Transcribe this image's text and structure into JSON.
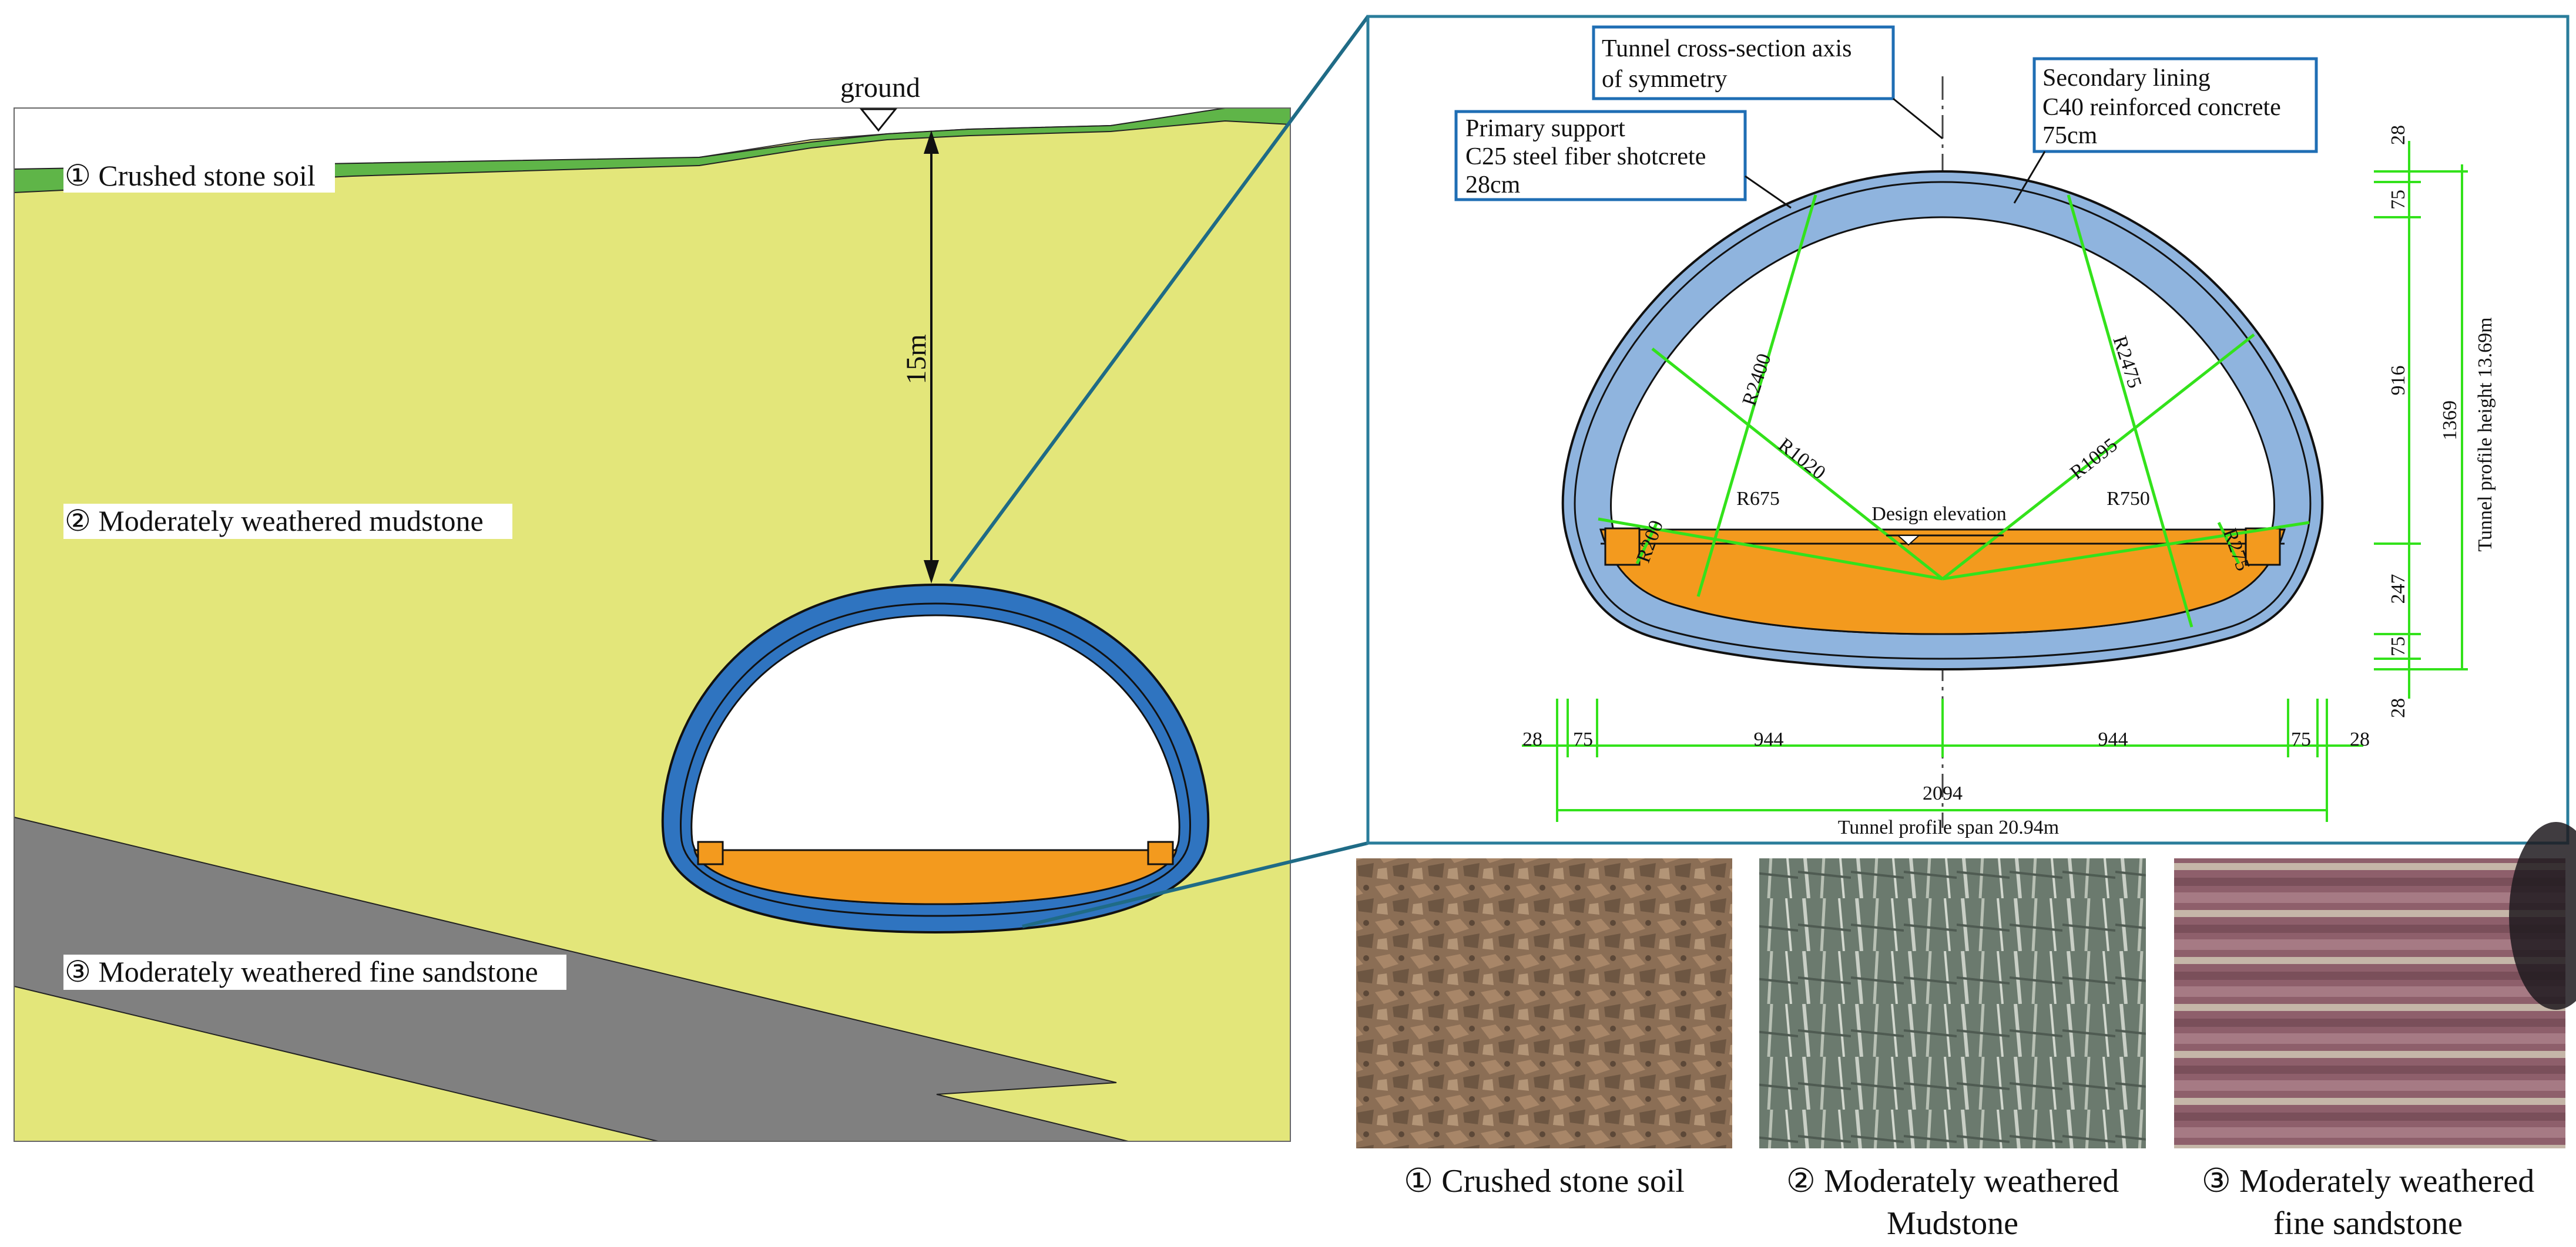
{
  "strata": {
    "layer1": "① Crushed stone soil",
    "layer2": "② Moderately weathered mudstone",
    "layer3": "③ Moderately weathered fine sandstone"
  },
  "ground_label": "ground",
  "depth_label": "15m",
  "callouts": {
    "axis": [
      "Tunnel cross-section axis",
      "of symmetry"
    ],
    "primary": [
      "Primary support",
      "C25 steel fiber shotcrete",
      "28cm"
    ],
    "secondary": [
      "Secondary lining",
      "C40 reinforced concrete",
      "75cm"
    ]
  },
  "radii": {
    "r2400": "R2400",
    "r2475": "R2475",
    "r1020": "R1020",
    "r1095": "R1095",
    "r675": "R675",
    "r750": "R750",
    "r200": "R200",
    "r275": "R275"
  },
  "design_elevation": "Design elevation",
  "dims": {
    "bottom": [
      "28",
      "75",
      "944",
      "944",
      "75",
      "28"
    ],
    "total_span": "2094",
    "span_label": "Tunnel profile span 20.94m",
    "right": [
      "28",
      "75",
      "916",
      "247",
      "75",
      "28"
    ],
    "total_height": "1369",
    "height_label": "Tunnel profile height 13.69m"
  },
  "photo_captions": {
    "p1": [
      "① Crushed stone soil"
    ],
    "p2": [
      "② Moderately weathered",
      "Mudstone"
    ],
    "p3": [
      "③ Moderately weathered",
      "fine sandstone"
    ]
  },
  "colors": {
    "soil": "#e3e67a",
    "topsoil": "#5fb548",
    "sandstone": "#808080",
    "lining_dark": "#2f74c0",
    "lining_light": "#8fb4de",
    "invert_fill": "#f39a1e",
    "dimension_green": "#33e21b",
    "frame_blue": "#1f6eb4",
    "detail_border": "#2a7d9b"
  }
}
